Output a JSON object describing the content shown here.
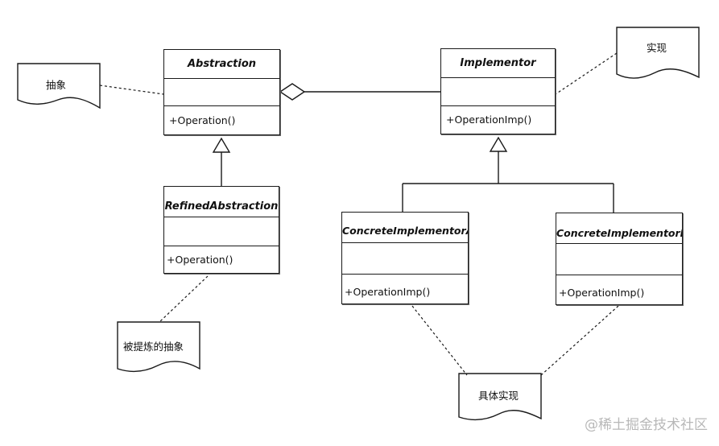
{
  "classes": {
    "abstraction": {
      "name": "Abstraction",
      "operation": "+Operation()"
    },
    "implementor": {
      "name": "Implementor",
      "operation": "+OperationImp()"
    },
    "refined_abstraction": {
      "name": "RefinedAbstraction",
      "operation": "+Operation()"
    },
    "concrete_a": {
      "name": "ConcreteImplementorA",
      "operation": "+OperationImp()"
    },
    "concrete_b": {
      "name": "ConcreteImplementorB",
      "operation": "+OperationImp()"
    }
  },
  "notes": {
    "abstraction": "抽象",
    "implementation": "实现",
    "refined": "被提炼的抽象",
    "concrete": "具体实现"
  },
  "watermark": "@稀土掘金技术社区"
}
